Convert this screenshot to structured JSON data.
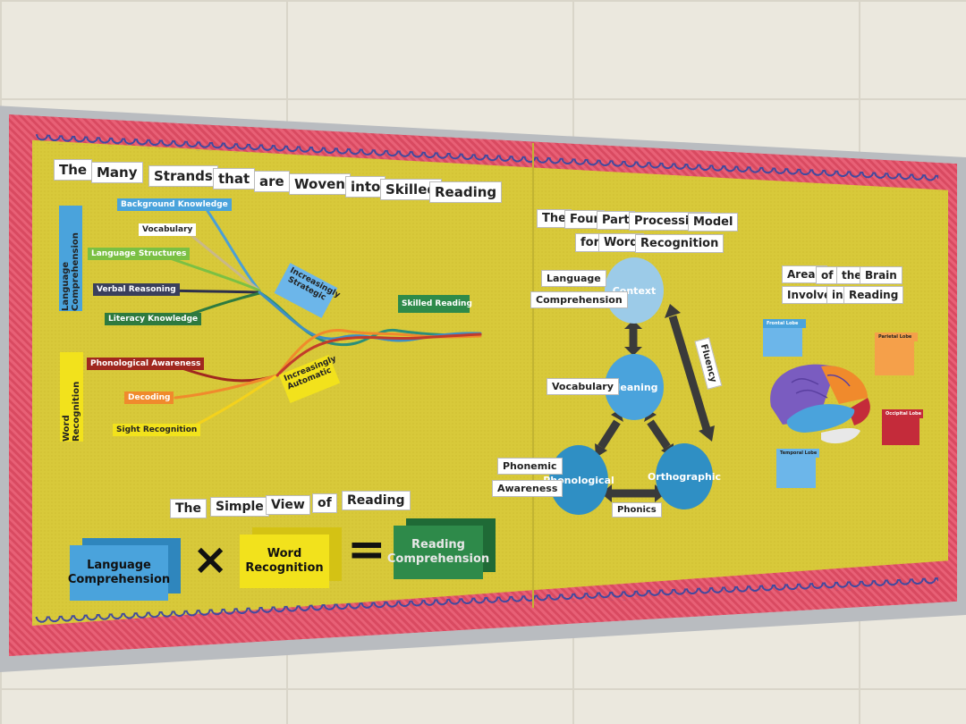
{
  "left_title": [
    "The",
    "Many",
    "Strands",
    "that",
    "are",
    "Woven",
    "into",
    "Skilled",
    "Reading"
  ],
  "strands": {
    "group_top": "Language Comprehension",
    "group_bottom": "Word Recognition",
    "top_items": [
      "Background Knowledge",
      "Vocabulary",
      "Language Structures",
      "Verbal Reasoning",
      "Literacy Knowledge"
    ],
    "bottom_items": [
      "Phonological Awareness",
      "Decoding",
      "Sight Recognition"
    ],
    "increasingly_strategic": "Increasingly Strategic",
    "increasingly_automatic": "Increasingly Automatic",
    "skilled_reading": "Skilled Reading"
  },
  "simple_view": {
    "title": [
      "The",
      "Simple",
      "View",
      "of",
      "Reading"
    ],
    "box1": "Language Comprehension",
    "times": "×",
    "box2": "Word Recognition",
    "equals": "=",
    "box3": "Reading Comprehension"
  },
  "four_part": {
    "title_line1": [
      "The",
      "Four",
      "Part",
      "Processing",
      "Model"
    ],
    "title_line2": [
      "for",
      "Word",
      "Recognition"
    ],
    "context": "Context",
    "meaning": "Meaning",
    "phonological": "Phonological",
    "orthographic": "Orthographic",
    "language_label": "Language",
    "comprehension_label": "Comprehension",
    "vocabulary_label": "Vocabulary",
    "phonemic_label": "Phonemic",
    "awareness_label": "Awareness",
    "phonics_label": "Phonics",
    "fluency_label": "Fluency"
  },
  "brain": {
    "title_line1": [
      "Areas",
      "of",
      "the",
      "Brain"
    ],
    "title_line2": [
      "Involved",
      "in",
      "Reading"
    ],
    "frontal_lobe": "Frontal Lobe",
    "parietal_lobe": "Parietal Lobe",
    "temporal_lobe": "Temporal Lobe",
    "occipital_lobe": "Occipital Lobe"
  },
  "colors": {
    "panel": "#d8c93a",
    "border": "#e3546a",
    "circle_light": "#9ccbe8",
    "circle_dark": "#2f8fc4",
    "green": "#2e8a4a",
    "blue_box": "#4aa3dc",
    "yellow_box": "#f2e21c"
  }
}
